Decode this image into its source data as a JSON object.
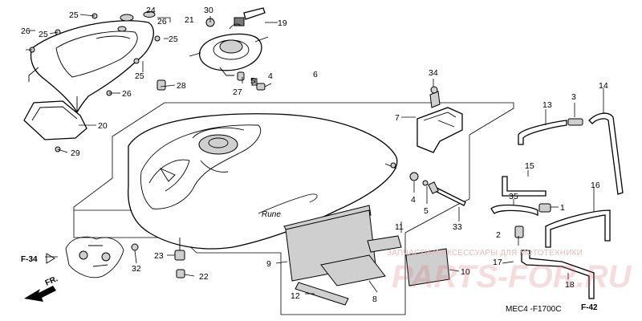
{
  "callouts": {
    "n25a": "25",
    "n24": "24",
    "n26a": "26",
    "n21": "21",
    "n30": "30",
    "n19": "19",
    "n26b": "26",
    "n25b": "25",
    "n25c": "25",
    "n25d": "25",
    "n6": "6",
    "n4a": "4",
    "n5a": "5",
    "n27": "27",
    "n28": "28",
    "n26c": "26",
    "n20": "20",
    "n29": "29",
    "n34": "34",
    "n14": "14",
    "n13": "13",
    "n3": "3",
    "n7": "7",
    "n15": "15",
    "n4b": "4",
    "n5b": "5",
    "n35": "35",
    "n1": "1",
    "n16": "16",
    "n33": "33",
    "n11": "11",
    "n2": "2",
    "n9": "9",
    "n10": "10",
    "n17": "17",
    "n23": "23",
    "n32": "32",
    "n22": "22",
    "n12": "12",
    "n8": "8",
    "n18": "18",
    "n26d": "26"
  },
  "refs": {
    "f34": "F-34",
    "fr": "FR.",
    "f42": "F-42"
  },
  "diagram_code": "MEC4 -F1700C",
  "tank_script": "Rune",
  "watermark": {
    "line": "ЗАПЧАСТИ И АКСЕССУАРЫ ДЛЯ МОТОТЕХНИКИ",
    "brand": "PARTS-FOR.RU"
  }
}
